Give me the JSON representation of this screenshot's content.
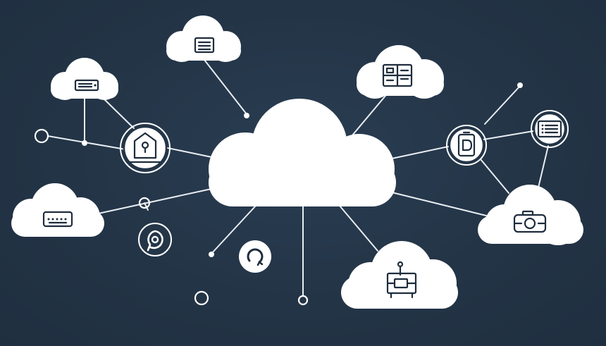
{
  "diagram": {
    "theme": {
      "background": "#233446",
      "foreground": "#ffffff",
      "glyph": "#1e2d3d"
    },
    "nodes": [
      {
        "id": "central-cloud",
        "kind": "cloud",
        "icon": "none"
      },
      {
        "id": "cloud-top-center",
        "kind": "cloud",
        "icon": "document-icon"
      },
      {
        "id": "cloud-top-left",
        "kind": "cloud",
        "icon": "server-rack-icon"
      },
      {
        "id": "cloud-top-right",
        "kind": "cloud",
        "icon": "dashboard-grid-icon"
      },
      {
        "id": "cloud-left",
        "kind": "cloud",
        "icon": "keyboard-icon"
      },
      {
        "id": "cloud-bottom-right",
        "kind": "cloud",
        "icon": "network-hierarchy-icon"
      },
      {
        "id": "cloud-right",
        "kind": "cloud",
        "icon": "camera-icon"
      },
      {
        "id": "badge-home-lock",
        "kind": "badge",
        "icon": "home-lock-icon"
      },
      {
        "id": "badge-device",
        "kind": "badge",
        "icon": "device-icon"
      },
      {
        "id": "badge-list",
        "kind": "badge",
        "icon": "list-icon"
      },
      {
        "id": "badge-refresh",
        "kind": "badge",
        "icon": "refresh-icon"
      },
      {
        "id": "badge-chat",
        "kind": "badge",
        "icon": "chat-bubble-icon"
      }
    ]
  }
}
